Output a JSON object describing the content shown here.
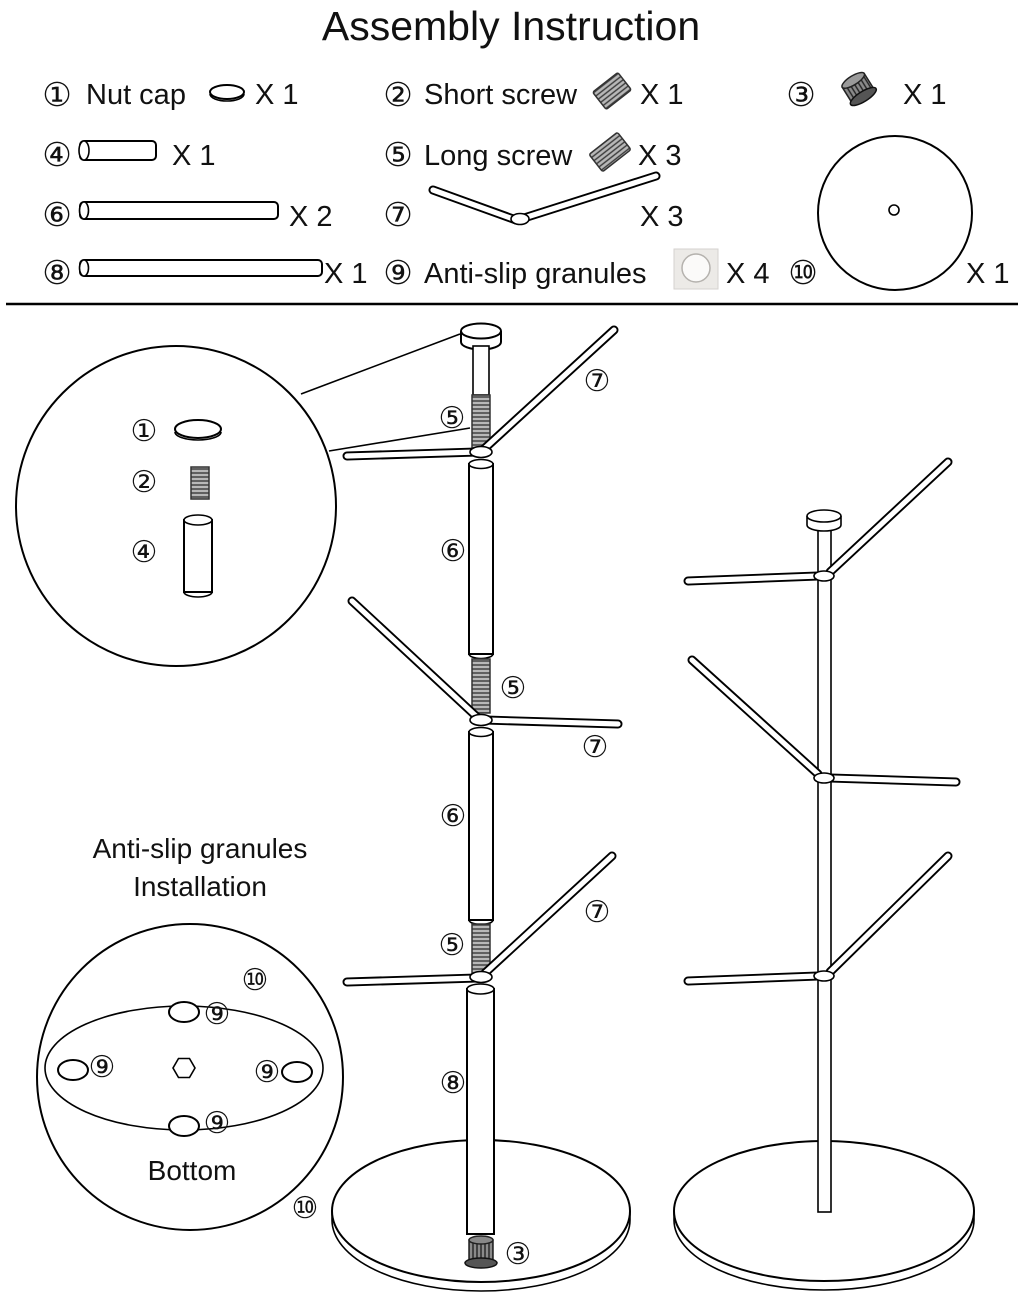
{
  "title": "Assembly Instruction",
  "parts": [
    {
      "num": "①",
      "label": "Nut cap",
      "qty": "X 1"
    },
    {
      "num": "②",
      "label": "Short screw",
      "qty": "X 1"
    },
    {
      "num": "③",
      "qty": "X 1"
    },
    {
      "num": "④",
      "qty": "X 1"
    },
    {
      "num": "⑤",
      "label": "Long screw",
      "qty": "X 3"
    },
    {
      "num": "⑥",
      "qty": "X 2"
    },
    {
      "num": "⑦",
      "qty": "X 3"
    },
    {
      "num": "⑧",
      "qty": "X 1"
    },
    {
      "num": "⑨",
      "label": "Anti-slip granules",
      "qty": "X 4"
    },
    {
      "num": "⑩",
      "qty": "X 1"
    }
  ],
  "exploded_view": {
    "detail_nut_cap": "①",
    "detail_short_screw": "②",
    "detail_spacer_tube": "④",
    "screw_top": "⑤",
    "arms_top": "⑦",
    "tube_upper": "⑥",
    "screw_mid": "⑤",
    "arms_mid": "⑦",
    "tube_lower": "⑥",
    "screw_bottom": "⑤",
    "arms_bottom": "⑦",
    "pole": "⑧",
    "base": "⑩",
    "foot_nut": "③"
  },
  "granules_detail": {
    "heading_line1": "Anti-slip granules",
    "heading_line2": "Installation",
    "base_label": "⑩",
    "granule_top": "⑨",
    "granule_left": "⑨",
    "granule_right": "⑨",
    "granule_bottom": "⑨",
    "bottom_caption": "Bottom"
  }
}
